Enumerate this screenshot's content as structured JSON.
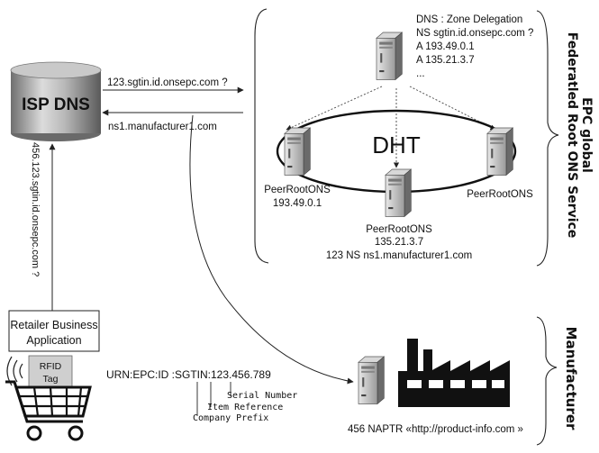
{
  "isp_dns": {
    "label": "ISP DNS"
  },
  "queries": {
    "top_query": "123.sgtin.id.onsepc.com ?",
    "reply": "ns1.manufacturer1.com",
    "vertical_query": "456.123.sgtin.id.onsepc.com ?"
  },
  "zone": {
    "lines": [
      "DNS : Zone Delegation",
      "NS sgtin.id.onsepc.com ?",
      "A 193.49.0.1",
      "A 135.21.3.7",
      "..."
    ]
  },
  "dht": {
    "label": "DHT"
  },
  "peers": {
    "left": {
      "name": "PeerRootONS",
      "ip": "193.49.0.1"
    },
    "center": {
      "name": "PeerRootONS",
      "ip": "135.21.3.7",
      "record": "123 NS ns1.manufacturer1.com"
    },
    "right": {
      "name": "PeerRootONS"
    }
  },
  "sections": {
    "root_line1": "EPC global",
    "root_line2": "Federatled Root ONS Service",
    "manufacturer": "Manufacturer"
  },
  "retailer": {
    "app_line1": "Retailer Business",
    "app_line2": "Application"
  },
  "rfid": {
    "line1": "RFID",
    "line2": "Tag"
  },
  "epc": {
    "urn": "URN:EPC:ID :SGTIN:123.456.789",
    "serial": "Serial Number",
    "item_ref": "Item Reference",
    "company": "Company Prefix"
  },
  "naptr": {
    "record": "456 NAPTR «http://product-info.com »"
  }
}
